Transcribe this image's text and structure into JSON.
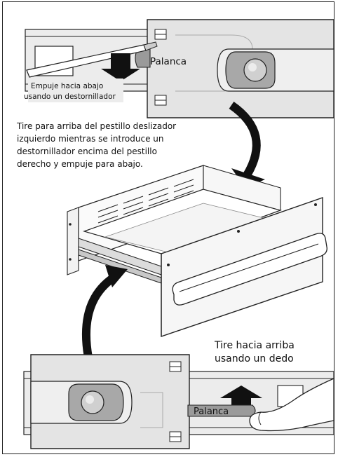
{
  "top_panel": {
    "lever_label": "Palanca",
    "push_text_line1": "Empuje hacia abajo",
    "push_text_line2": "usando un destornillador"
  },
  "instruction": {
    "line1": "Tire para arriba del pestillo deslizador",
    "line2": "izquierdo mientras se introduce un",
    "line3": "destornillador encima del pestillo",
    "line4": "derecho y empuje para abajo."
  },
  "bottom_panel": {
    "pull_text_line1": "Tire hacia arriba",
    "pull_text_line2": "usando un dedo",
    "lever_label": "Palanca"
  },
  "colors": {
    "panel_gray": "#e6e6e6",
    "lever_gray": "#9a9a9a",
    "arrow_black": "#111111",
    "line": "#222222"
  },
  "icons": [
    "screwdriver-icon",
    "down-arrow-icon",
    "up-arrow-icon",
    "finger-icon",
    "curved-arrow-icon",
    "drawer-illustration"
  ]
}
